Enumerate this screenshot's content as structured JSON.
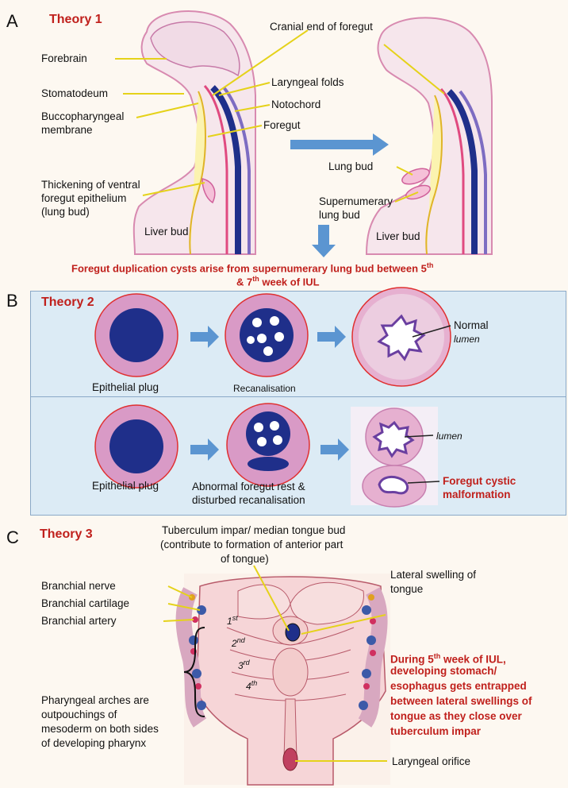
{
  "panelA": {
    "letter": "A",
    "theory": "Theory 1",
    "labels": {
      "forebrain": "Forebrain",
      "stomatodeum": "Stomatodeum",
      "bucco1": "Buccopharyngeal",
      "bucco2": "membrane",
      "thick1": "Thickening of ventral",
      "thick2": "foregut epithelium",
      "thick3": "(lung bud)",
      "liver_bud_left": "Liver bud",
      "cranial": "Cranial end of foregut",
      "laryngeal_folds": "Laryngeal folds",
      "notochord": "Notochord",
      "foregut": "Foregut",
      "lung_bud": "Lung bud",
      "super1": "Supernumerary",
      "super2": "lung bud",
      "liver_bud_right": "Liver bud"
    },
    "caption_line1": "Foregut duplication cysts arise from supernumerary lung bud between 5",
    "caption_sup": "th",
    "caption_line2_pre": "& 7",
    "caption_line2_sup": "th",
    "caption_line2_post": " week of IUL"
  },
  "panelB": {
    "letter": "B",
    "theory": "Theory 2",
    "row1": {
      "epithelial": "Epithelial plug",
      "recan": "Recanalisation",
      "normal": "Normal",
      "lumen": "lumen"
    },
    "row2": {
      "epithelial": "Epithelial plug",
      "abnormal1": "Abnormal foregut rest &",
      "abnormal2": "disturbed recanalisation",
      "lumen": "lumen",
      "cystic1": "Foregut cystic",
      "cystic2": "malformation"
    }
  },
  "panelC": {
    "letter": "C",
    "theory": "Theory 3",
    "tuberculum1": "Tuberculum impar/ median tongue bud",
    "tuberculum2": "(contribute to formation of anterior part",
    "tuberculum3": "of tongue)",
    "lateral1": "Lateral swelling of",
    "lateral2": "tongue",
    "branchial_nerve": "Branchial nerve",
    "branchial_cartilage": "Branchial cartilage",
    "branchial_artery": "Branchial artery",
    "arches1": "Pharyngeal arches are",
    "arches2": "outpouchings of",
    "arches3": "mesoderm on both sides",
    "arches4": "of developing pharynx",
    "arch1": "1",
    "arch1_sup": "st",
    "arch2": "2",
    "arch2_sup": "nd",
    "arch3": "3",
    "arch3_sup": "rd",
    "arch4": "4",
    "arch4_sup": "th",
    "during1_pre": "During 5",
    "during1_sup": "th",
    "during1_post": " week of IUL,",
    "during2": "developing stomach/",
    "during3": "esophagus gets entrapped",
    "during4": "between lateral swellings of",
    "during5": "tongue as they close over",
    "during6": "tuberculum impar",
    "laryngeal_orifice": "Laryngeal orifice"
  },
  "colors": {
    "accent_red": "#c0201c",
    "panel_blue": "#dcebf5",
    "arrow_blue": "#5b95d1",
    "navy": "#1f2f8a",
    "pink": "#d99ac6",
    "leader_yellow": "#e5d21a"
  }
}
